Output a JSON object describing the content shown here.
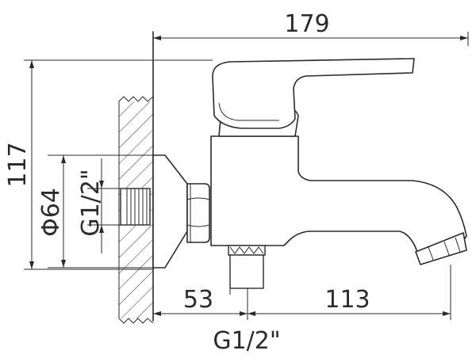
{
  "drawing": {
    "dimensions": {
      "overall_length": "179",
      "overall_height": "117",
      "flange_diameter": "Φ64",
      "left_thread": "G1/2\"",
      "wall_to_outlet": "53",
      "outlet_to_spout": "113",
      "bottom_thread": "G1/2\""
    }
  }
}
